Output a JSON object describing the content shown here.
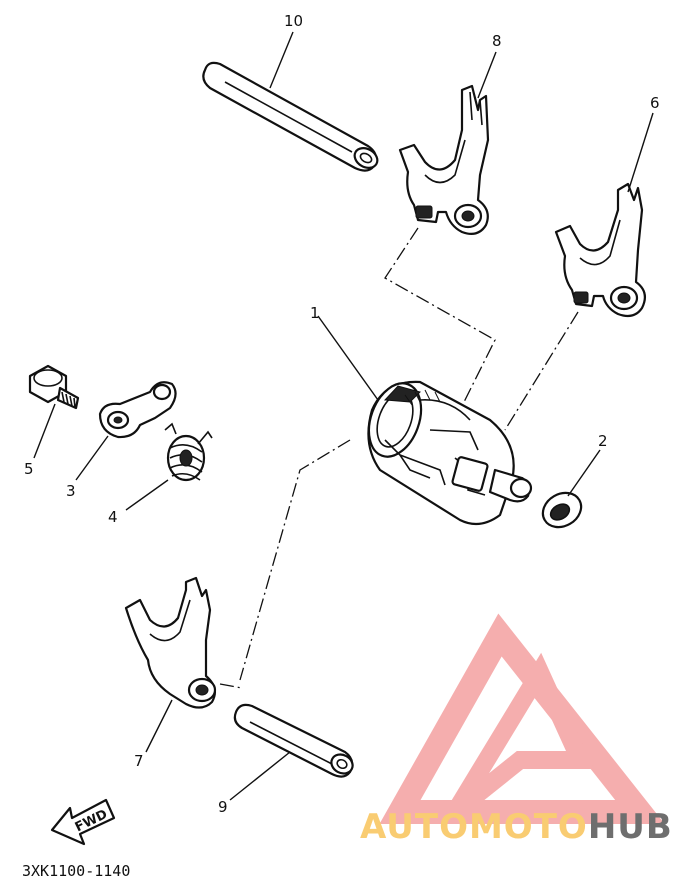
{
  "diagram": {
    "callouts": [
      {
        "id": "c1",
        "text": "1"
      },
      {
        "id": "c2",
        "text": "2"
      },
      {
        "id": "c3",
        "text": "3"
      },
      {
        "id": "c4",
        "text": "4"
      },
      {
        "id": "c5",
        "text": "5"
      },
      {
        "id": "c6",
        "text": "6"
      },
      {
        "id": "c7",
        "text": "7"
      },
      {
        "id": "c8",
        "text": "8"
      },
      {
        "id": "c9",
        "text": "9"
      },
      {
        "id": "c10",
        "text": "10"
      }
    ],
    "direction_label": "FWD",
    "figure_code": "3XK1100-1140"
  },
  "watermark": {
    "word_part1": "AUTOMOTO",
    "word_part2": "HUB",
    "color_triangle": "#f4a0a0",
    "color_part1": "#f9c45a",
    "color_part2": "#555555"
  }
}
